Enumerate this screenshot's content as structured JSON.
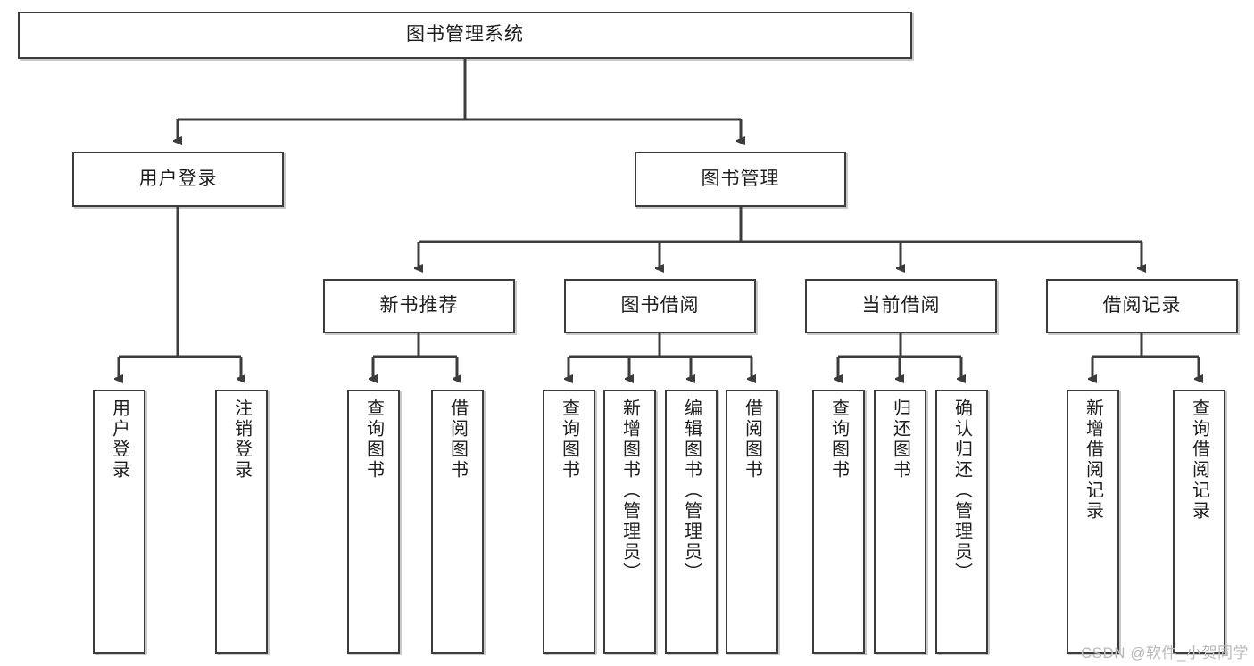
{
  "diagram": {
    "title": "图书管理系统",
    "type": "tree",
    "watermark": "CSDN @软件_小贺同学",
    "colors": {
      "node_border": "#3c3c3c",
      "node_fill": "#ffffff",
      "connector": "#3c3c3c",
      "text": "#1d1d1d",
      "watermark": "#b9b9b9"
    },
    "nodes": [
      {
        "id": "root",
        "label": "图书管理系统",
        "level": 0,
        "orientation": "horizontal"
      },
      {
        "id": "user-login",
        "label": "用户登录",
        "level": 1,
        "orientation": "horizontal"
      },
      {
        "id": "book-manage",
        "label": "图书管理",
        "level": 1,
        "orientation": "horizontal"
      },
      {
        "id": "new-book-rec",
        "label": "新书推荐",
        "level": 2,
        "orientation": "horizontal"
      },
      {
        "id": "book-borrow",
        "label": "图书借阅",
        "level": 2,
        "orientation": "horizontal"
      },
      {
        "id": "current-borrow",
        "label": "当前借阅",
        "level": 2,
        "orientation": "horizontal"
      },
      {
        "id": "borrow-record",
        "label": "借阅记录",
        "level": 2,
        "orientation": "horizontal"
      },
      {
        "id": "leaf-user-login",
        "label": "用户登录",
        "level": 3,
        "orientation": "vertical",
        "parent": "user-login"
      },
      {
        "id": "leaf-user-logout",
        "label": "注销登录",
        "level": 3,
        "orientation": "vertical",
        "parent": "user-login"
      },
      {
        "id": "leaf-query-book-1",
        "label": "查询图书",
        "level": 3,
        "orientation": "vertical",
        "parent": "new-book-rec"
      },
      {
        "id": "leaf-borrow-book-1",
        "label": "借阅图书",
        "level": 3,
        "orientation": "vertical",
        "parent": "new-book-rec"
      },
      {
        "id": "leaf-query-book-2",
        "label": "查询图书",
        "level": 3,
        "orientation": "vertical",
        "parent": "book-borrow"
      },
      {
        "id": "leaf-add-book",
        "label": "新增图书（管理员）",
        "level": 3,
        "orientation": "vertical",
        "parent": "book-borrow"
      },
      {
        "id": "leaf-edit-book",
        "label": "编辑图书（管理员）",
        "level": 3,
        "orientation": "vertical",
        "parent": "book-borrow"
      },
      {
        "id": "leaf-borrow-book-2",
        "label": "借阅图书",
        "level": 3,
        "orientation": "vertical",
        "parent": "book-borrow"
      },
      {
        "id": "leaf-query-book-3",
        "label": "查询图书",
        "level": 3,
        "orientation": "vertical",
        "parent": "current-borrow"
      },
      {
        "id": "leaf-return-book",
        "label": "归还图书",
        "level": 3,
        "orientation": "vertical",
        "parent": "current-borrow"
      },
      {
        "id": "leaf-confirm-return",
        "label": "确认归还（管理员）",
        "level": 3,
        "orientation": "vertical",
        "parent": "current-borrow"
      },
      {
        "id": "leaf-add-record",
        "label": "新增借阅记录",
        "level": 3,
        "orientation": "vertical",
        "parent": "borrow-record"
      },
      {
        "id": "leaf-query-record",
        "label": "查询借阅记录",
        "level": 3,
        "orientation": "vertical",
        "parent": "borrow-record"
      }
    ]
  }
}
